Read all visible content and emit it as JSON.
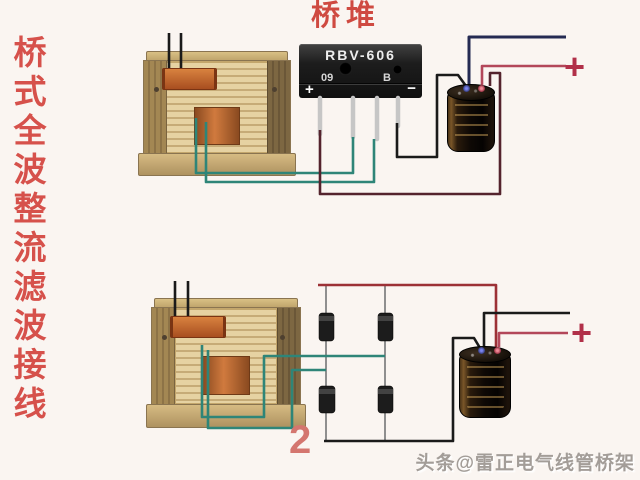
{
  "stage": {
    "background": "#faf5f1"
  },
  "title": {
    "text": "桥式全波整流滤波接线",
    "chars": [
      "桥",
      "式",
      "全",
      "波",
      "整",
      "流",
      "滤",
      "波",
      "接",
      "线"
    ],
    "color": "#d6514b"
  },
  "top_circuit": {
    "bridge_label": "桥堆",
    "bridge": {
      "model": "RBV-606",
      "mark_left": "09",
      "mark_right": "B",
      "plus_mark": "+",
      "minus_mark": "−"
    },
    "output_plus": "+"
  },
  "bottom_circuit": {
    "figure_number": "2",
    "output_plus": "+"
  },
  "watermark": {
    "text": "头条@雷正电气线管桥架"
  },
  "colors": {
    "title_red": "#d6514b",
    "label_red": "#cf4a41",
    "wire_teal": "#2e8578",
    "wire_maroon": "#54232d",
    "wire_navy": "#242a52",
    "wire_red": "#b3475a",
    "wire_rail_red": "#9c3136",
    "wire_black": "#1a1a1a",
    "plus_red": "#b13049",
    "figure_red": "#d4766f",
    "watermark_gray": "#a39d98"
  }
}
